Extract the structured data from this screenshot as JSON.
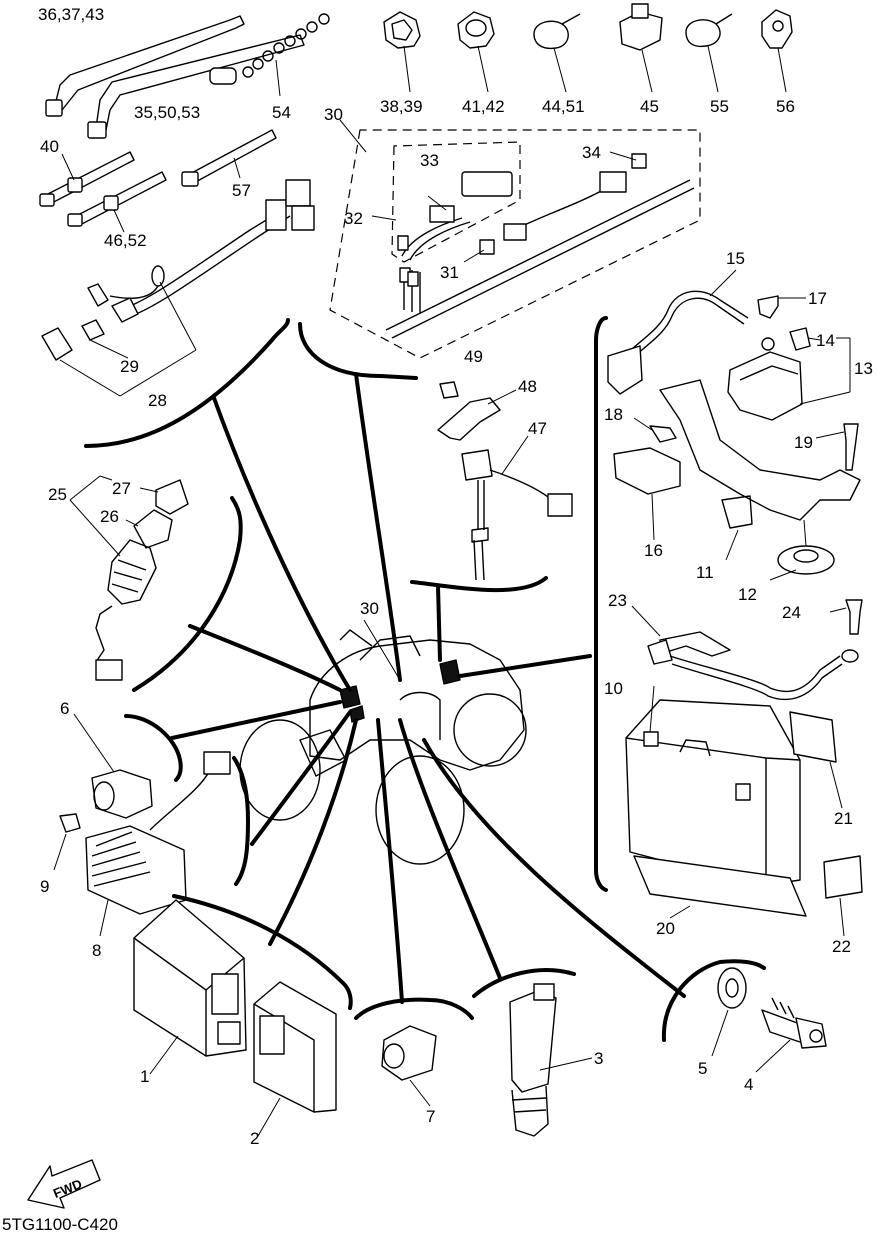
{
  "labels": {
    "p36_37_43": "36,37,43",
    "p35_50_53": "35,50,53",
    "p54": "54",
    "p38_39": "38,39",
    "p41_42": "41,42",
    "p44_51": "44,51",
    "p45": "45",
    "p55": "55",
    "p56": "56",
    "p30a": "30",
    "p40": "40",
    "p33": "33",
    "p34": "34",
    "p57": "57",
    "p32": "32",
    "p46_52": "46,52",
    "p31": "31",
    "p15": "15",
    "p17": "17",
    "p14": "14",
    "p13": "13",
    "p29": "29",
    "p28": "28",
    "p49": "49",
    "p48": "48",
    "p18": "18",
    "p19": "19",
    "p47": "47",
    "p25": "25",
    "p27": "27",
    "p26": "26",
    "p16": "16",
    "p11": "11",
    "p12": "12",
    "p23": "23",
    "p24": "24",
    "p30b": "30",
    "p10": "10",
    "p6": "6",
    "p21": "21",
    "p9": "9",
    "p8": "8",
    "p20": "20",
    "p22": "22",
    "p5": "5",
    "p4": "4",
    "p3": "3",
    "p1": "1",
    "p7": "7",
    "p2": "2",
    "fwd": "FWD",
    "drawing_code": "5TG1100-C420"
  }
}
